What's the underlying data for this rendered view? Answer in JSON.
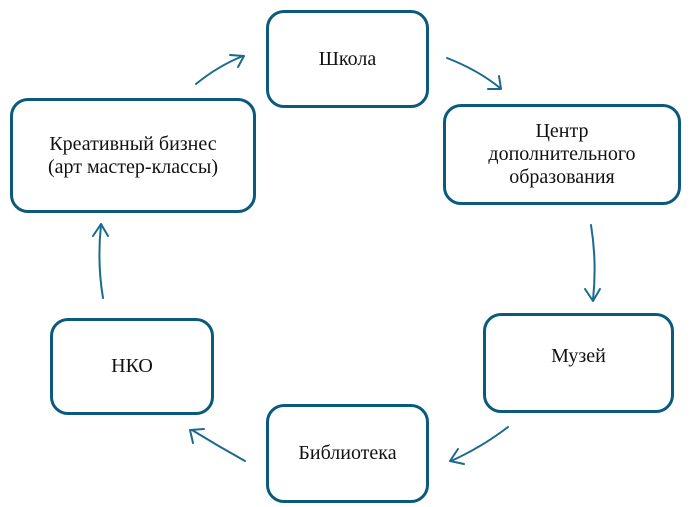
{
  "diagram": {
    "type": "cycle",
    "nodes": [
      {
        "id": "school",
        "label": "Школа"
      },
      {
        "id": "center",
        "label": "Центр\nдополнительного\nобразования"
      },
      {
        "id": "museum",
        "label": "Музей"
      },
      {
        "id": "library",
        "label": "Библиотека"
      },
      {
        "id": "nko",
        "label": "НКО"
      },
      {
        "id": "creative",
        "label": "Креативный бизнес\n(арт мастер-классы)"
      }
    ],
    "edges": [
      {
        "from": "school",
        "to": "center"
      },
      {
        "from": "center",
        "to": "museum"
      },
      {
        "from": "museum",
        "to": "library"
      },
      {
        "from": "library",
        "to": "nko"
      },
      {
        "from": "nko",
        "to": "creative"
      },
      {
        "from": "creative",
        "to": "school"
      }
    ],
    "colors": {
      "border": "#0b5a7e",
      "arrow": "#1a6a8e",
      "text": "#111111"
    }
  }
}
